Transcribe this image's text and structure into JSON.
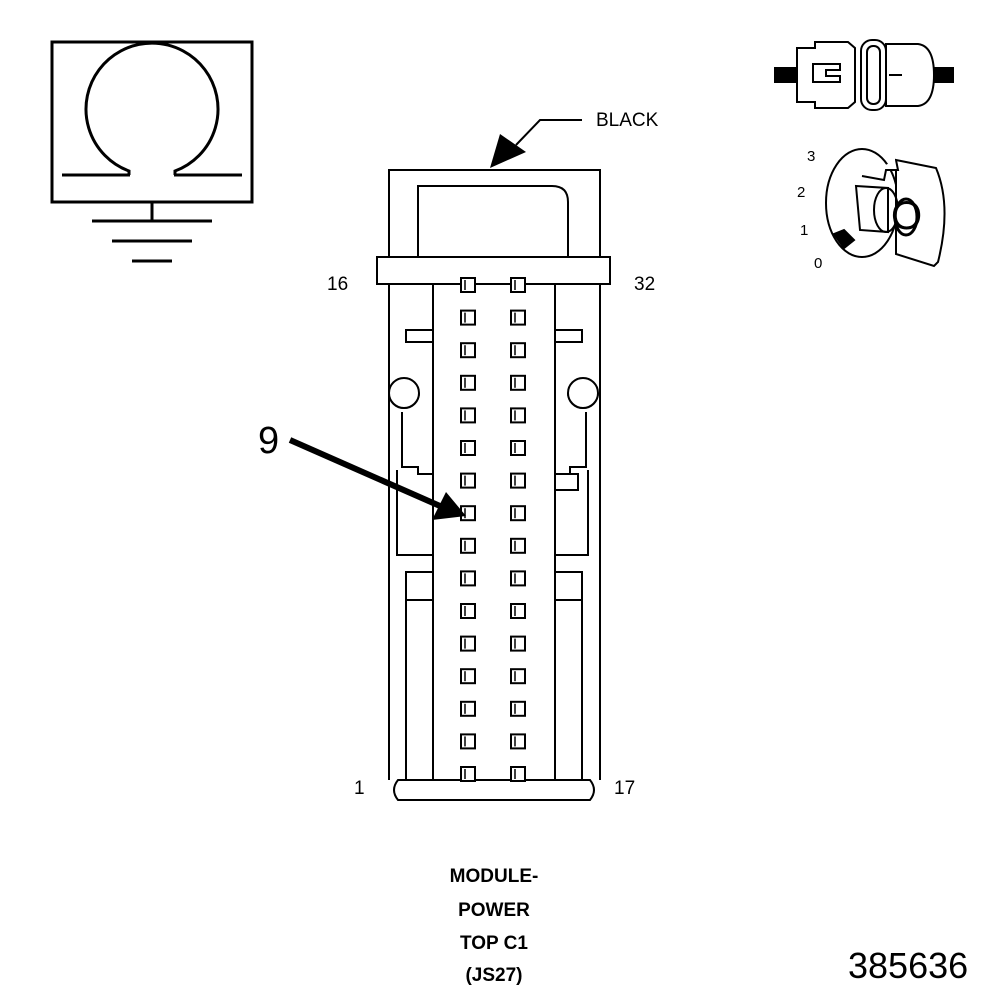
{
  "diagram": {
    "connector_color_label": "BLACK",
    "pin_labels": {
      "top_left": "16",
      "top_right": "32",
      "bottom_left": "1",
      "bottom_right": "17"
    },
    "callout_pin": "9",
    "title_lines": [
      "MODULE-",
      "POWER",
      "TOP C1",
      "(JS27)"
    ],
    "figure_number": "385636",
    "ignition_key": {
      "positions": [
        "3",
        "2",
        "1",
        "0"
      ],
      "key_label": "O"
    },
    "meter_symbol": "ohm-icon",
    "pin_rows": 16,
    "pin_columns": 2
  }
}
